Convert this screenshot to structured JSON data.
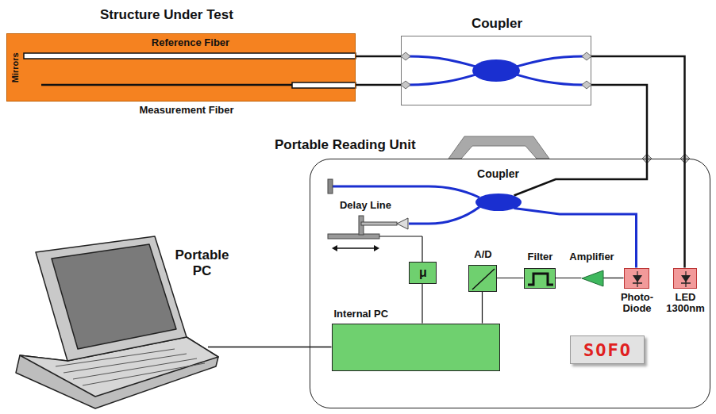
{
  "diagram": {
    "nodes": [
      {
        "text": [
          "Structure Under Test",
          "Mirrors"
        ]
      },
      {
        "text": [
          "Coupler"
        ]
      },
      {
        "text": [
          "Portable Reading Unit"
        ]
      },
      {
        "text": [
          "Coupler"
        ],
        "in": 2
      },
      {
        "text": [
          "μ"
        ],
        "in": 2
      },
      {
        "text": [
          "A/D"
        ],
        "in": 2
      },
      {
        "text": [
          "Filter"
        ],
        "in": 2
      },
      {
        "text": [
          "Amplifier"
        ],
        "in": 2
      },
      {
        "text": [
          "Photo-Diode"
        ],
        "in": 2
      },
      {
        "text": [
          "LED 1300nm"
        ],
        "in": 2
      },
      {
        "text": [
          "Internal PC"
        ],
        "in": 2
      },
      {
        "text": [
          "SOFO"
        ],
        "in": 2
      },
      {
        "text": [
          "Portable PC"
        ]
      }
    ],
    "edges": [
      {
        "from": 0,
        "to": 1,
        "arrow": "none"
      },
      {
        "from": 0,
        "to": 1,
        "arrow": "none"
      },
      {
        "from": 1,
        "to": 9,
        "arrow": "none"
      },
      {
        "from": 1,
        "to": 3,
        "arrow": "none"
      },
      {
        "from": 3,
        "to": 8,
        "arrow": "none"
      },
      {
        "from": 8,
        "to": 7,
        "arrow": "none"
      },
      {
        "from": 7,
        "to": 6,
        "arrow": "none"
      },
      {
        "from": 6,
        "to": 5,
        "arrow": "none"
      },
      {
        "from": 5,
        "to": 10,
        "arrow": "none"
      },
      {
        "from": 4,
        "to": 10,
        "arrow": "none"
      },
      {
        "from": 10,
        "to": 12,
        "arrow": "none"
      }
    ],
    "labels": [
      "Reference Fiber",
      "Measurement Fiber",
      "Delay Line"
    ]
  }
}
